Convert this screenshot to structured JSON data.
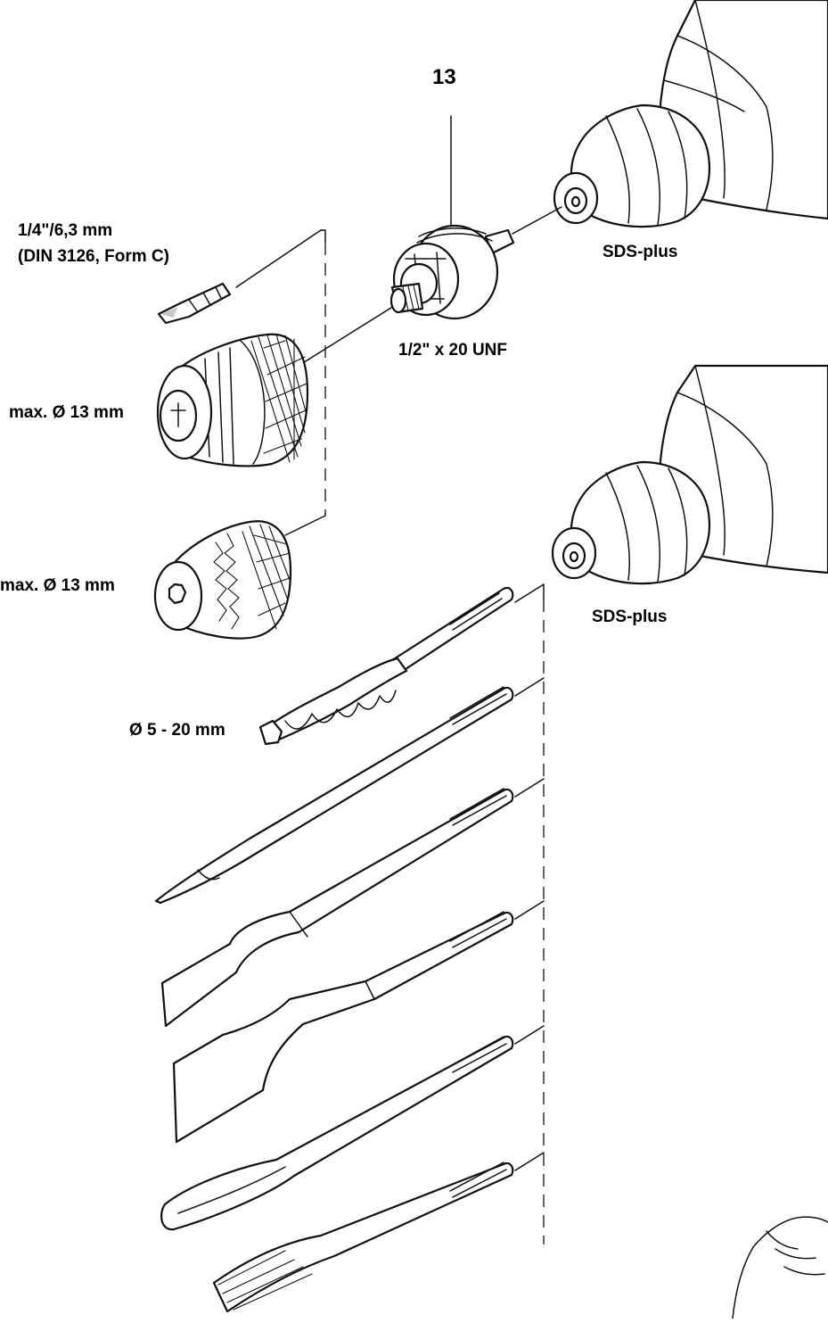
{
  "labels": {
    "callout_number": "13",
    "bit_size_line1": "1/4\"/6,3 mm",
    "bit_size_line2": "(DIN 3126, Form C)",
    "sds_plus_top": "SDS-plus",
    "adapter_thread": "1/2\" x 20 UNF",
    "keyless_chuck_capacity": "max. Ø 13 mm",
    "keyed_chuck_capacity": "max. Ø 13 mm",
    "sds_plus_bottom": "SDS-plus",
    "drill_bit_range": "Ø 5 - 20 mm"
  },
  "colors": {
    "line": "#111111",
    "background": "#ffffff",
    "shade": "#c8c8c8"
  },
  "icons": [
    "rotary-hammer-icon",
    "chuck-adapter-icon",
    "screwdriver-bit-icon",
    "keyless-chuck-icon",
    "keyed-chuck-icon",
    "masonry-drill-bit-icon",
    "pointed-chisel-icon",
    "flat-chisel-icon",
    "spade-chisel-icon",
    "gouge-chisel-icon",
    "grooving-chisel-icon",
    "hand-icon"
  ]
}
